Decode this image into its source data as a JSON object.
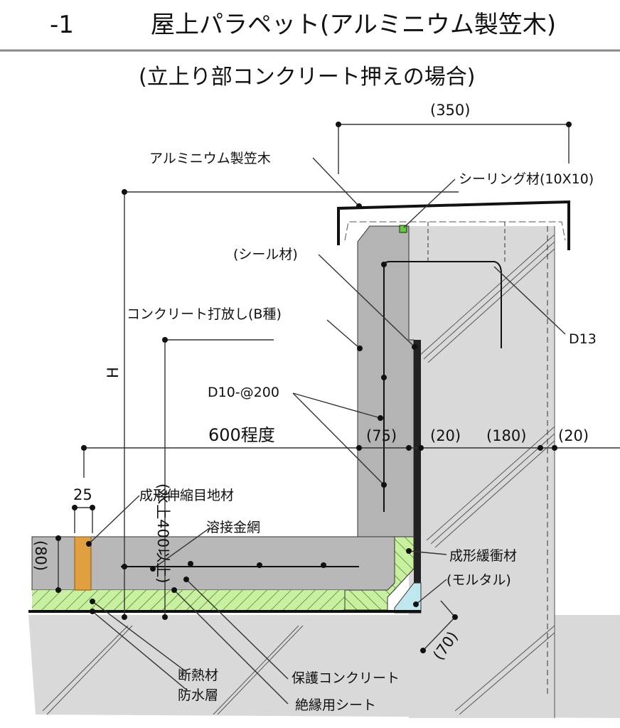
{
  "header": {
    "number": "-1",
    "title": "屋上パラペット(アルミニウム製笠木)",
    "subtitle": "(立上り部コンクリート押えの場合)"
  },
  "labels": {
    "coping": "アルミニウム製笠木",
    "sealing": "シーリング材(10X10)",
    "seal": "(シール材)",
    "concrete": "コンクリート打放し(B種)",
    "d13": "D13",
    "d10": "D10-@200",
    "joint": "成形伸縮目地材",
    "mesh": "溶接金網",
    "cushion": "成形緩衝材",
    "mortar": "(モルタル)",
    "insulation": "断熱材",
    "waterproof": "防水層",
    "protection": "保護コンクリート",
    "sheet": "絶縁用シート"
  },
  "dimensions": {
    "width_total": "(350)",
    "height": "H",
    "height_note": "(水上400以上)",
    "extent": "600程度",
    "d75": "(75)",
    "d20a": "(20)",
    "d180": "(180)",
    "d20b": "(20)",
    "d25": "25",
    "d80": "(80)",
    "d70": "(70)"
  },
  "colors": {
    "concrete_light": "#d9d9d9",
    "concrete_dark": "#b4b4b4",
    "insulation": "#c8f0a0",
    "joint": "#e0a040",
    "mortar": "#bfe8ee"
  }
}
